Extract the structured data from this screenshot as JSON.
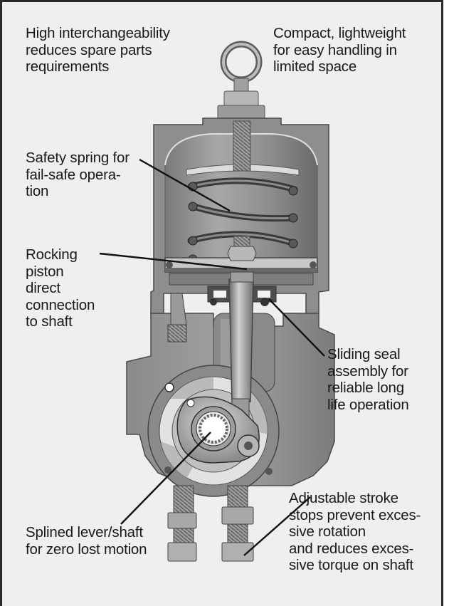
{
  "figure": {
    "labels": {
      "interchangeability": "High interchangeability\nreduces spare parts\nrequirements",
      "compact": "Compact, lightweight\nfor easy handling in\nlimited space",
      "safety_spring": "Safety spring for\nfail-safe opera-\ntion",
      "rocking_piston": "Rocking\npiston\ndirect\nconnection\nto shaft",
      "sliding_seal": "Sliding seal\nassembly for\nreliable long\nlife operation",
      "stroke_stops": "Adjustable stroke\nstops prevent exces-\nsive rotation\nand reduces exces-\nsive torque on shaft",
      "splined_lever": "Splined lever/shaft\nfor zero lost motion"
    },
    "colors": {
      "background": "#efefef",
      "frame": "#2a2a2a",
      "metal_dark": "#6e6e6e",
      "metal_mid": "#9a9a9a",
      "metal_light": "#c4c4c4",
      "text": "#1a1a1a"
    }
  }
}
